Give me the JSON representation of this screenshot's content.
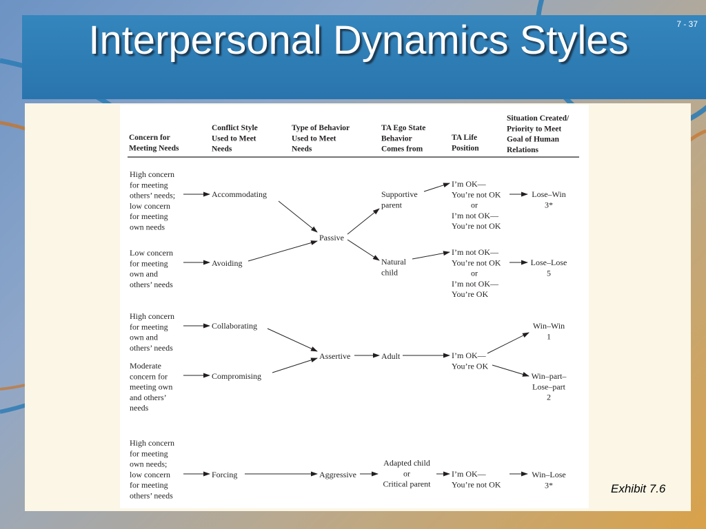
{
  "slide": {
    "title": "Interpersonal Dynamics Styles",
    "number": "7 - 37",
    "caption": "Exhibit 7.6"
  },
  "colors": {
    "banner": "#2f7db5",
    "panel": "#fbf6e6",
    "arrow": "#231f20"
  },
  "diagram": {
    "headers": [
      [
        "Concern for",
        "Meeting Needs"
      ],
      [
        "Conflict Style",
        "Used to Meet",
        "Needs"
      ],
      [
        "Type of Behavior",
        "Used to Meet",
        "Needs"
      ],
      [
        "TA Ego State",
        "Behavior",
        "Comes from"
      ],
      [
        "TA Life",
        "Position"
      ],
      [
        "Situation Created/",
        "Priority to Meet",
        "Goal of Human",
        "Relations"
      ]
    ],
    "concerns": [
      [
        "High concern",
        "for meeting",
        "others’ needs;",
        "low concern",
        "for meeting",
        "own needs"
      ],
      [
        "Low concern",
        "for meeting",
        "own and",
        "others’ needs"
      ],
      [
        "High concern",
        "for meeting",
        "own and",
        "others’ needs"
      ],
      [
        "Moderate",
        "concern for",
        "meeting own",
        "and others’",
        "needs"
      ],
      [
        "High concern",
        "for meeting",
        "own needs;",
        "low concern",
        "for meeting",
        "others’ needs"
      ]
    ],
    "conflict_styles": [
      "Accommodating",
      "Avoiding",
      "Collaborating",
      "Compromising",
      "Forcing"
    ],
    "behaviors": [
      "Passive",
      "Assertive",
      "Aggressive"
    ],
    "ego_states": [
      [
        "Supportive",
        "parent"
      ],
      [
        "Natural",
        "child"
      ],
      [
        "Adult"
      ],
      [
        "Adapted child",
        "or",
        "Critical parent"
      ]
    ],
    "life_positions": [
      [
        "I’m OK—",
        "You’re not OK",
        "or",
        "I’m not OK—",
        "You’re not OK"
      ],
      [
        "I’m not OK—",
        "You’re not OK",
        "or",
        "I’m not OK—",
        "You’re OK"
      ],
      [
        "I’m OK—",
        "You’re OK"
      ],
      [
        "I’m OK—",
        "You’re not OK"
      ]
    ],
    "outcomes": [
      [
        "Lose–Win",
        "3*"
      ],
      [
        "Lose–Lose",
        "5"
      ],
      [
        "Win–Win",
        "1"
      ],
      [
        "Win–part–",
        "Lose–part",
        "2"
      ],
      [
        "Win–Lose",
        "3*"
      ]
    ]
  }
}
